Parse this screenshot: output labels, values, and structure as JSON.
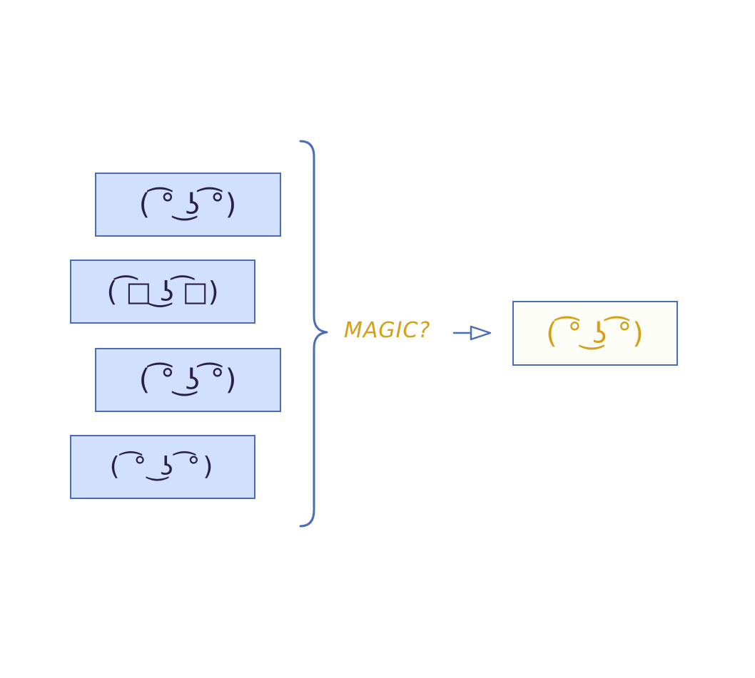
{
  "inputs": [
    {
      "face": "( ͡° ͜ʖ ͡°)"
    },
    {
      "face": "( ͡□ ͜ʖ ͡□)"
    },
    {
      "face": "( ͡° ͜ʖ ͡°)"
    },
    {
      "face": "( ͡° ͜ʖ ͡°)"
    }
  ],
  "magic_label": "MAGIC?",
  "output": {
    "face": "( ͡° ͜ʖ ͡°)"
  },
  "colors": {
    "input_fill": "#d1e0fc",
    "box_border": "#4a6db8",
    "accent_gold": "#d4a017",
    "face_ink": "#2a1f4a"
  },
  "icons": {
    "brace": "right-curly-brace-icon",
    "arrow": "right-arrow-icon"
  }
}
